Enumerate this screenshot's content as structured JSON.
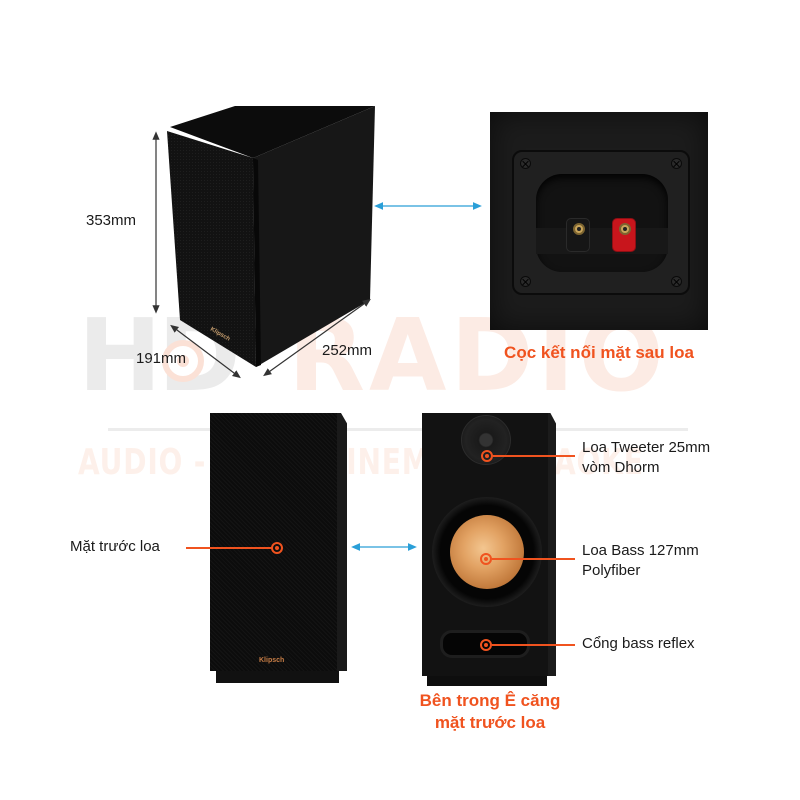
{
  "watermark": {
    "brand_left": "HD",
    "brand_right": "RADIO",
    "tagline": "AUDIO - HOME CINEMA - KARAOKE",
    "colors": {
      "gray": "#ebebeb",
      "orange_tint": "#fcebe4"
    }
  },
  "dimensions": {
    "height": "353mm",
    "depth": "191mm",
    "width": "252mm"
  },
  "panels": {
    "rear": {
      "caption": "Cọc kết nối mặt sau loa"
    },
    "front_grille": {
      "label": "Mặt trước loa",
      "logo": "Klipsch"
    },
    "inner": {
      "caption_line1": "Bên trong Ê căng",
      "caption_line2": "mặt trước loa",
      "callouts": [
        {
          "line1": "Loa Tweeter 25mm",
          "line2": "vòm Dhorm"
        },
        {
          "line1": "Loa Bass 127mm",
          "line2": "Polyfiber"
        },
        {
          "line1": "Cổng bass reflex",
          "line2": ""
        }
      ]
    }
  },
  "colors": {
    "accent_orange": "#f0531f",
    "arrow_blue": "#2a9fd8",
    "dimension_line": "#333333",
    "speaker_black": "#111111",
    "terminal_red": "#c8151c"
  }
}
